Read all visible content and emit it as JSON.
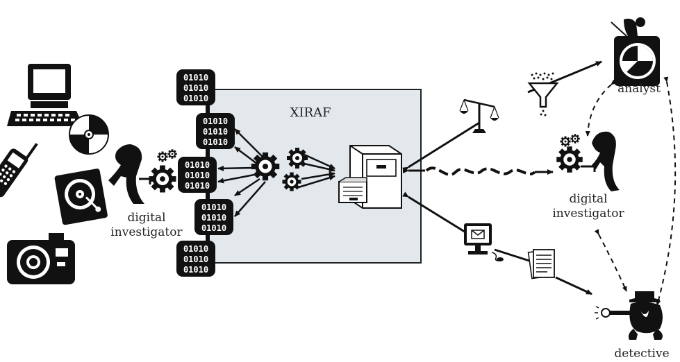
{
  "diagram": {
    "system_name": "XIRAF",
    "actors": {
      "left_investigator": [
        "digital",
        "investigator"
      ],
      "right_investigator": [
        "digital",
        "investigator"
      ],
      "analyst": "analyst",
      "detective": "detective"
    },
    "binary_digits": "01010"
  }
}
